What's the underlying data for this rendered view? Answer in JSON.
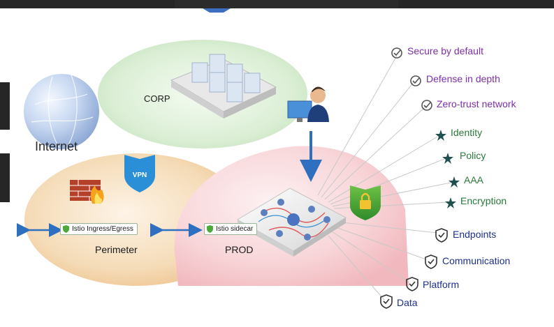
{
  "colors": {
    "purple_principles": "#7d2ea8",
    "green_controls": "#2a7a3a",
    "navy_layers": "#1c2f8c",
    "corp_zone": "#dcefd6",
    "perimeter_zone": "#f3d2a8",
    "prod_zone": "#f6c9cd",
    "connector_blue": "#2f6fbf"
  },
  "zones": {
    "internet": "Internet",
    "corp": "CORP",
    "perimeter": "Perimeter",
    "prod": "PROD"
  },
  "badges": {
    "ingress": "Istio Ingress/Egress",
    "sidecar": "Istio sidecar",
    "vpn": "VPN"
  },
  "principles": [
    {
      "label": "Secure by default",
      "icon": "shield-check-icon"
    },
    {
      "label": "Defense in depth",
      "icon": "shield-check-icon"
    },
    {
      "label": "Zero-trust network",
      "icon": "shield-check-icon"
    }
  ],
  "controls": [
    {
      "label": "Identity",
      "icon": "star-icon"
    },
    {
      "label": "Policy",
      "icon": "star-icon"
    },
    {
      "label": "AAA",
      "icon": "star-icon"
    },
    {
      "label": "Encryption",
      "icon": "star-icon"
    }
  ],
  "layers": [
    {
      "label": "Endpoints",
      "icon": "shield-check-icon"
    },
    {
      "label": "Communication",
      "icon": "shield-check-icon"
    },
    {
      "label": "Platform",
      "icon": "shield-check-icon"
    },
    {
      "label": "Data",
      "icon": "shield-check-icon"
    }
  ]
}
